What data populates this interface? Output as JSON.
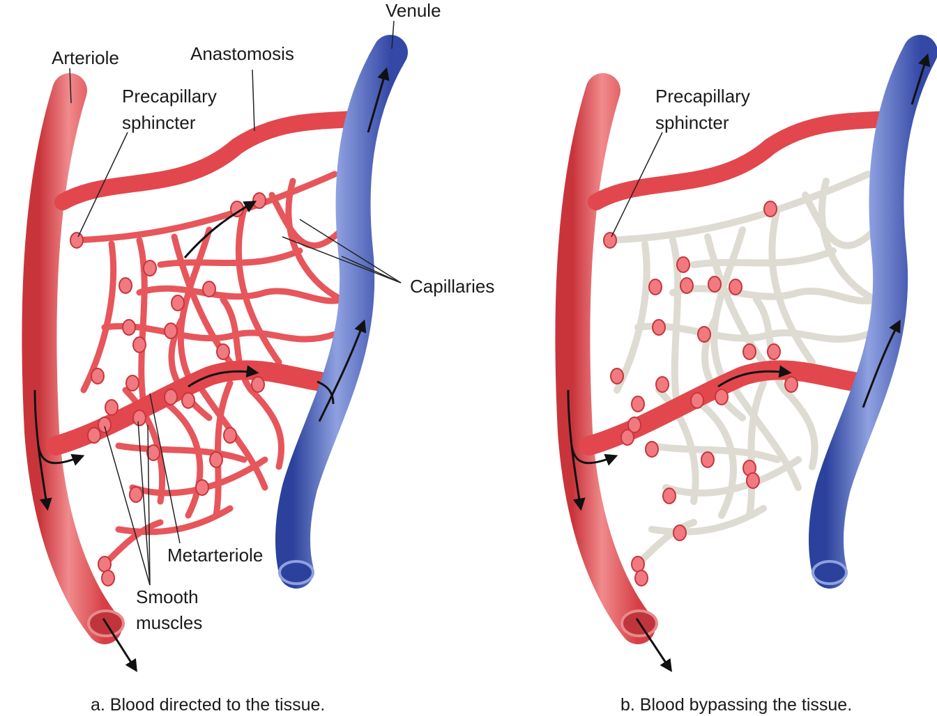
{
  "colors": {
    "artery": "#e2474d",
    "artery_light": "#f3a3a3",
    "vein": "#3d56b5",
    "vein_light": "#8fa1e0",
    "bypassed_capillary": "#e4e4dc",
    "sphincter": "#f07a80",
    "arrow": "#111111",
    "leader_line": "#222222"
  },
  "panel_a": {
    "labels": {
      "venule": "Venule",
      "arteriole": "Arteriole",
      "anastomosis": "Anastomosis",
      "precapillary_line1": "Precapillary",
      "precapillary_line2": "sphincter",
      "capillaries": "Capillaries",
      "metarteriole": "Metarteriole",
      "smooth_line1": "Smooth",
      "smooth_line2": "muscles"
    },
    "caption": "a. Blood directed to the tissue."
  },
  "panel_b": {
    "labels": {
      "precapillary_line1": "Precapillary",
      "precapillary_line2": "sphincter"
    },
    "caption": "b. Blood bypassing the tissue."
  }
}
